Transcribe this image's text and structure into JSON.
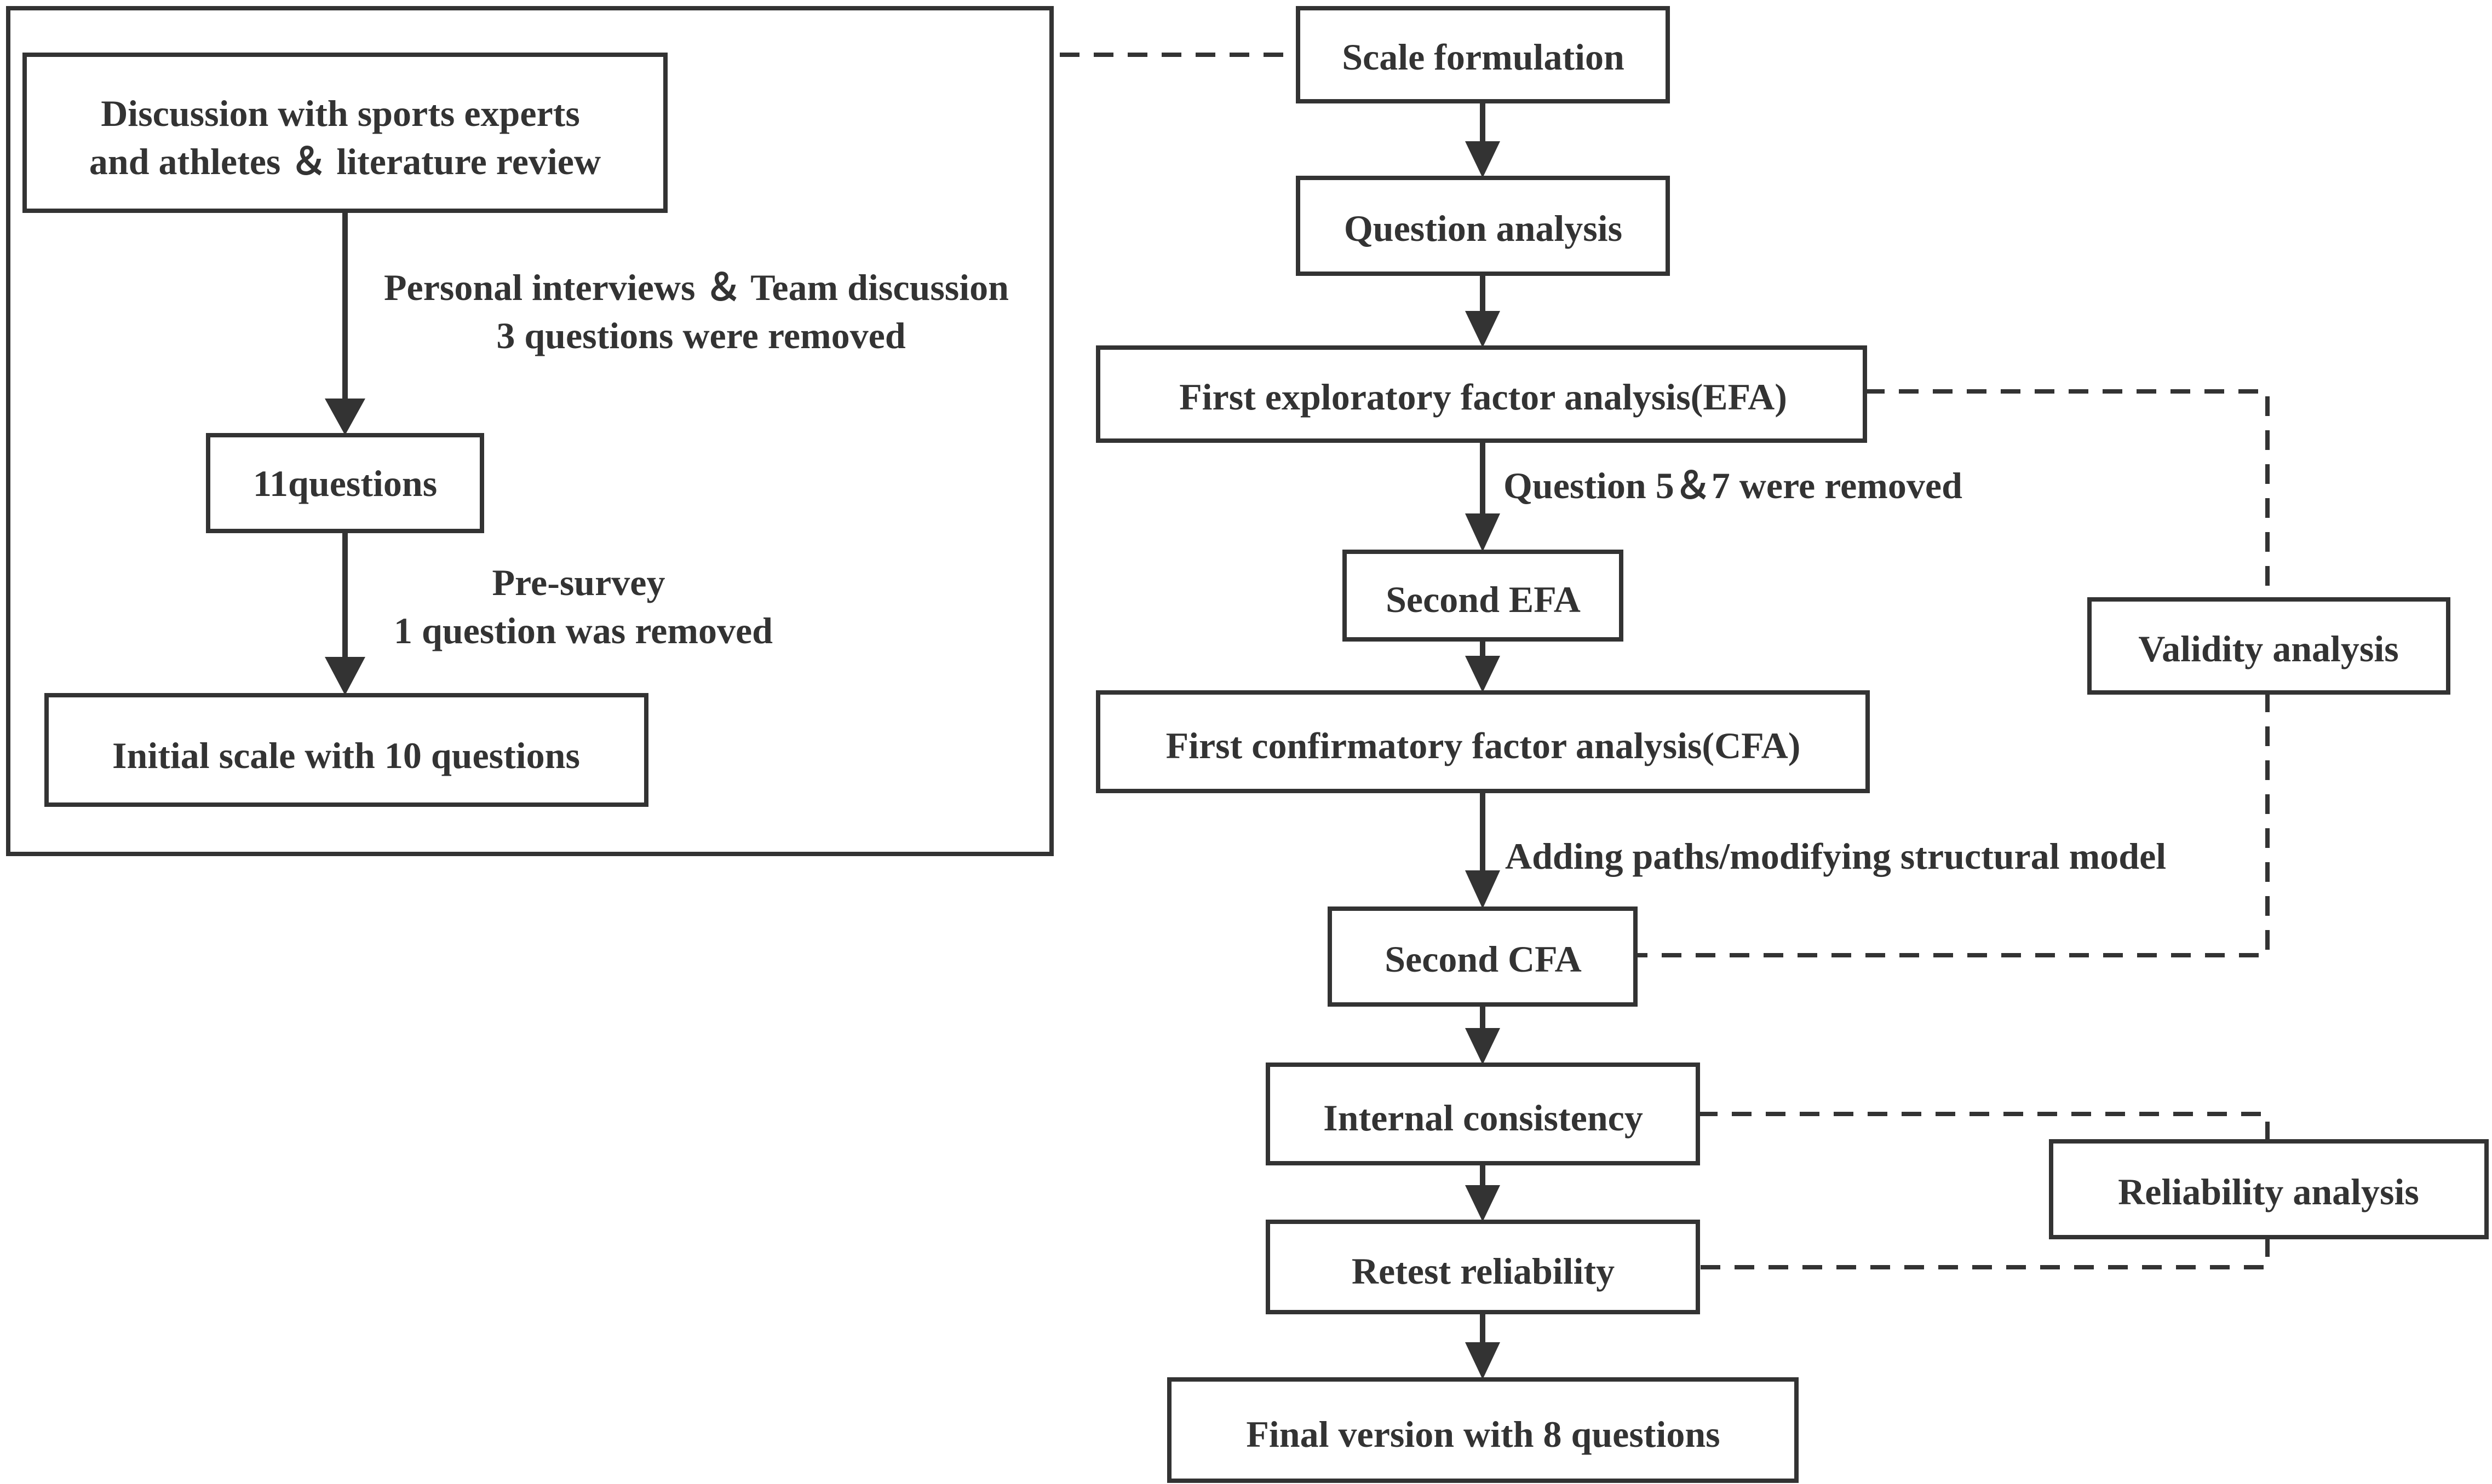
{
  "left_panel": {
    "box_discussion": [
      "Discussion with sports experts",
      "and athletes ＆ literature review"
    ],
    "step_interviews": [
      "Personal interviews ＆ Team discussion",
      "3 questions were removed"
    ],
    "box_11questions": "11questions",
    "step_presurvey": [
      "Pre-survey",
      "1 question was removed"
    ],
    "box_initial_scale": "Initial scale with 10 questions"
  },
  "main_flow": {
    "scale_formulation": "Scale formulation",
    "question_analysis": "Question analysis",
    "first_efa": "First exploratory factor analysis(EFA)",
    "removal_note": "Question 5＆7 were removed",
    "second_efa": "Second EFA",
    "first_cfa": "First confirmatory factor analysis(CFA)",
    "paths_note": "Adding paths/modifying structural model",
    "second_cfa": "Second CFA",
    "internal_consistency": "Internal consistency",
    "retest_reliability": "Retest reliability",
    "final_version": "Final version with 8 questions"
  },
  "side_groups": {
    "validity_analysis": "Validity analysis",
    "reliability_analysis": "Reliability analysis"
  },
  "colors": {
    "stroke": "#333333",
    "background": "#ffffff"
  }
}
